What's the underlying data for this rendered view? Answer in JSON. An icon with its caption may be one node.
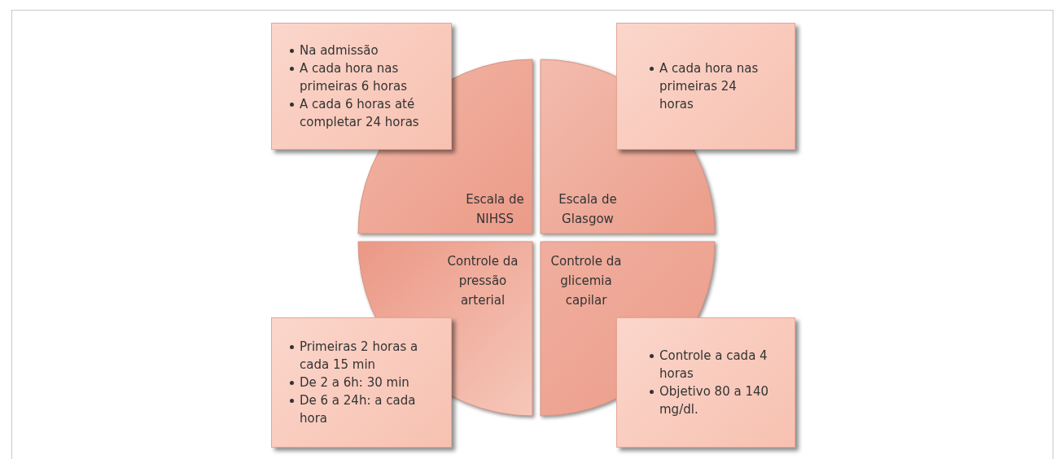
{
  "diagram": {
    "nodes": [
      {
        "text": [
          "Na admissão",
          "A cada hora nas primeiras 6 horas",
          "A cada 6 horas até completar 24 horas"
        ]
      },
      {
        "text": [
          "A cada hora nas primeiras 24 horas"
        ]
      },
      {
        "text": [
          "Escala de NIHSS"
        ]
      },
      {
        "text": [
          "Escala de Glasgow"
        ]
      },
      {
        "text": [
          "Controle da pressão arterial"
        ]
      },
      {
        "text": [
          "Controle da glicemia capilar"
        ]
      },
      {
        "text": [
          "Primeiras 2 horas a cada 15 min",
          "De 2 a 6h: 30 min",
          "De 6 a 24h: a cada hora"
        ]
      },
      {
        "text": [
          "Controle a cada 4 horas",
          "Objetivo 80 a 140 mg/dl."
        ]
      }
    ]
  }
}
